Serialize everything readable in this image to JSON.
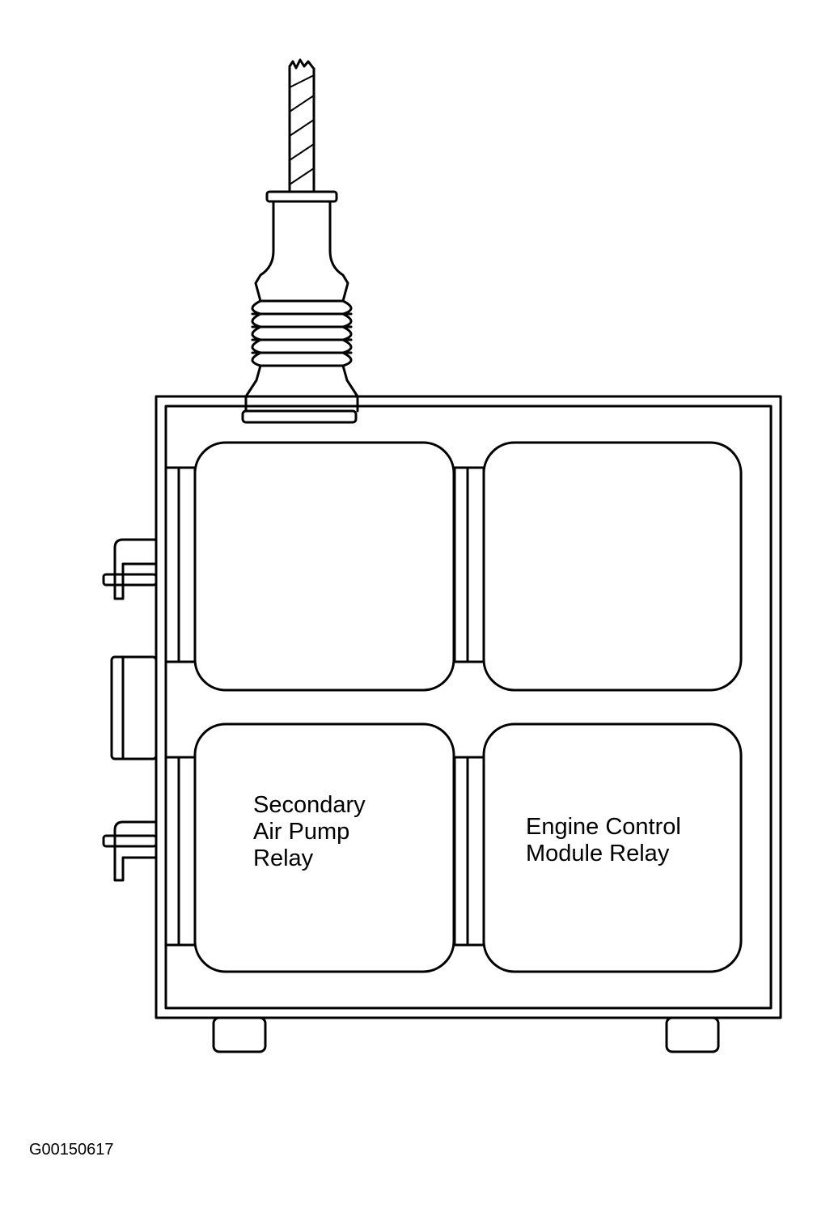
{
  "relays": [
    {
      "id": "top-left",
      "lines": []
    },
    {
      "id": "top-right",
      "lines": []
    },
    {
      "id": "bottom-left",
      "lines": [
        "Secondary",
        "Air Pump",
        "Relay"
      ]
    },
    {
      "id": "bottom-right",
      "lines": [
        "Engine Control",
        "Module Relay"
      ]
    }
  ],
  "figure_id": "G00150617",
  "colors": {
    "line": "#000000",
    "background": "#ffffff"
  }
}
